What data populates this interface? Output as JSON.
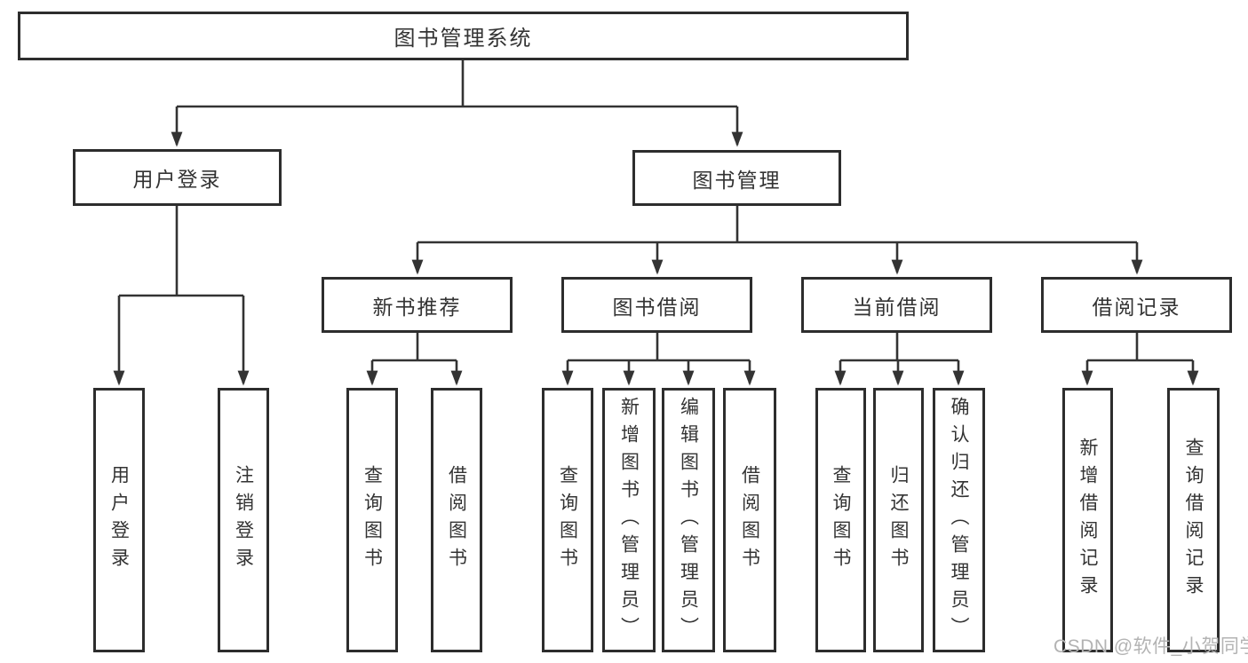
{
  "tree": {
    "label": "图书管理系统",
    "children": [
      {
        "label": "用户登录",
        "children": [
          {
            "label": "用户登录"
          },
          {
            "label": "注销登录"
          }
        ]
      },
      {
        "label": "图书管理",
        "children": [
          {
            "label": "新书推荐",
            "children": [
              {
                "label": "查询图书"
              },
              {
                "label": "借阅图书"
              }
            ]
          },
          {
            "label": "图书借阅",
            "children": [
              {
                "label": "查询图书"
              },
              {
                "label": "新增图书（管理员）"
              },
              {
                "label": "编辑图书（管理员）"
              },
              {
                "label": "借阅图书"
              }
            ]
          },
          {
            "label": "当前借阅",
            "children": [
              {
                "label": "查询图书"
              },
              {
                "label": "归还图书"
              },
              {
                "label": "确认归还（管理员）"
              }
            ]
          },
          {
            "label": "借阅记录",
            "children": [
              {
                "label": "新增借阅记录"
              },
              {
                "label": "查询借阅记录"
              }
            ]
          }
        ]
      }
    ]
  },
  "watermark": "CSDN @软件_小贺同学",
  "colors": {
    "line": "#333333",
    "border": "#2d2d2d",
    "text": "#333333",
    "wm": "#b3b3b3",
    "bg": "#ffffff"
  }
}
